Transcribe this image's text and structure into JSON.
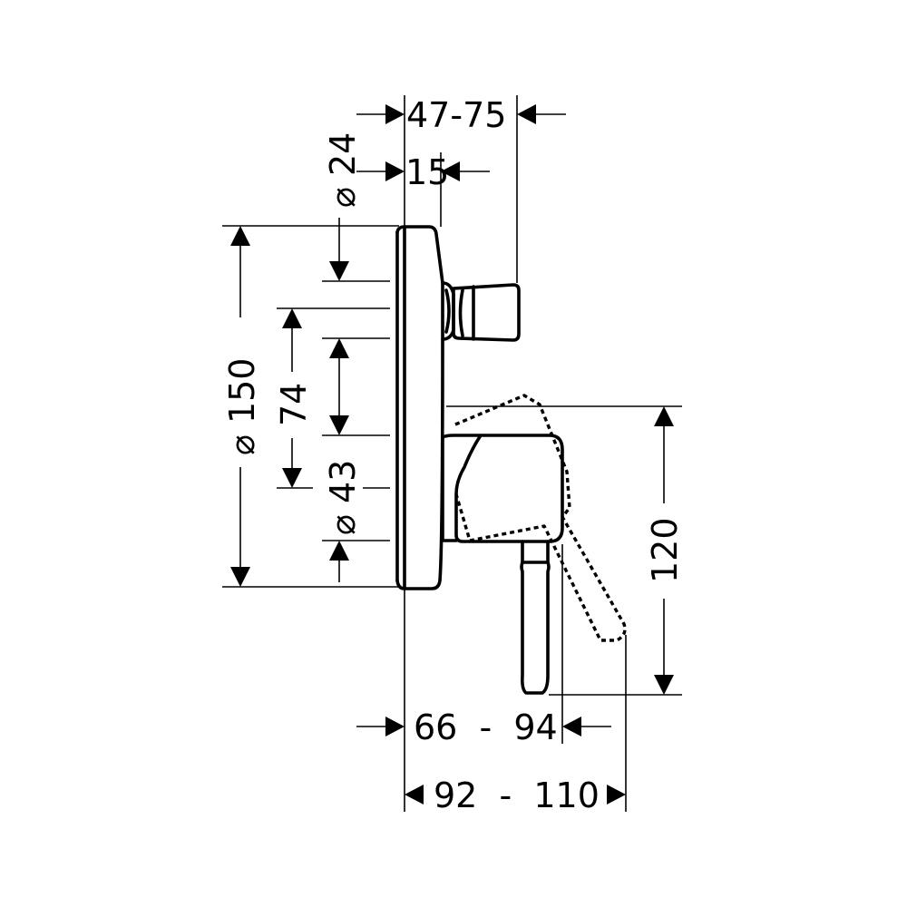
{
  "dimensions": {
    "depth_range_top": "47-75",
    "depth_flange": "15",
    "diameter_spout": "⌀ 24",
    "diameter_plate": "⌀ 150",
    "spacing_74": "74",
    "diameter_43": "⌀ 43",
    "height_120": "120",
    "range_66_94": "66  -  94",
    "range_92_110": "92  -  110"
  },
  "colors": {
    "line": "#000000",
    "background": "#ffffff"
  }
}
